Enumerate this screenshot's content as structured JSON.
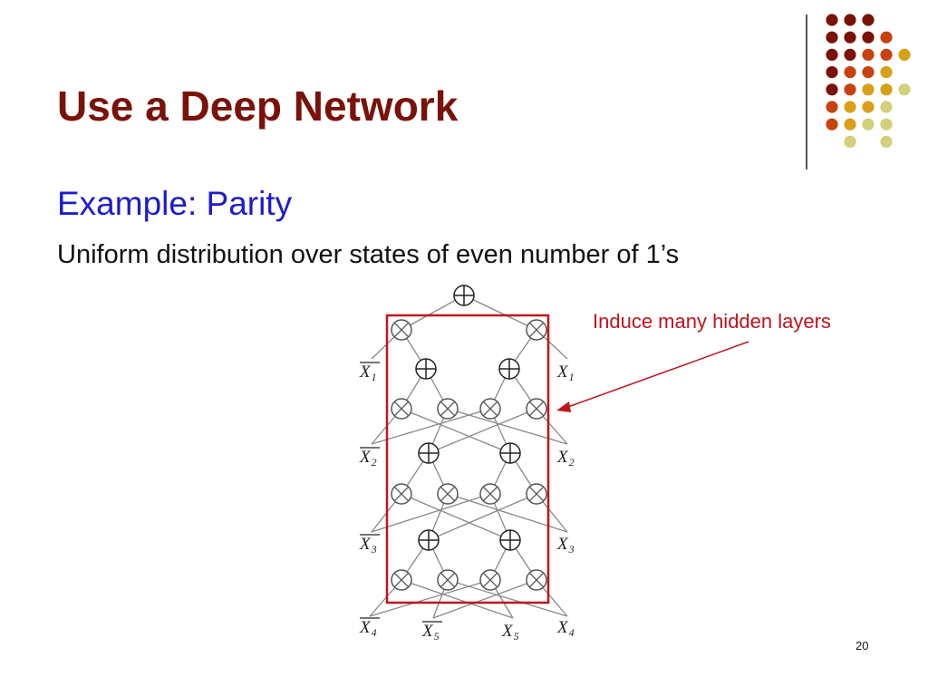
{
  "slide": {
    "title": "Use a Deep Network",
    "subtitle": "Example: Parity",
    "body": "Uniform distribution over states of even number of 1’s",
    "annotation": "Induce many hidden layers",
    "page_number": "20"
  },
  "diagram": {
    "variable_labels": {
      "row1": [
        {
          "base": "X",
          "sub": "1",
          "negated": true
        },
        {
          "base": "X",
          "sub": "1",
          "negated": false
        }
      ],
      "row2": [
        {
          "base": "X",
          "sub": "2",
          "negated": true
        },
        {
          "base": "X",
          "sub": "2",
          "negated": false
        }
      ],
      "row3": [
        {
          "base": "X",
          "sub": "3",
          "negated": true
        },
        {
          "base": "X",
          "sub": "3",
          "negated": false
        }
      ],
      "bottom": [
        {
          "base": "X",
          "sub": "4",
          "negated": true
        },
        {
          "base": "X",
          "sub": "5",
          "negated": true
        },
        {
          "base": "X",
          "sub": "5",
          "negated": false
        },
        {
          "base": "X",
          "sub": "4",
          "negated": false
        }
      ]
    },
    "node_types": {
      "sum": "oplus-icon",
      "product": "otimes-icon"
    },
    "colors": {
      "highlight_box": "#c0141d",
      "arrow": "#c0141d",
      "edges": "#888888",
      "nodes": "#555555"
    }
  },
  "decoration": {
    "dot_colors": [
      "#7a1208",
      "#c9410f",
      "#d8a016",
      "#d2d07a"
    ]
  }
}
